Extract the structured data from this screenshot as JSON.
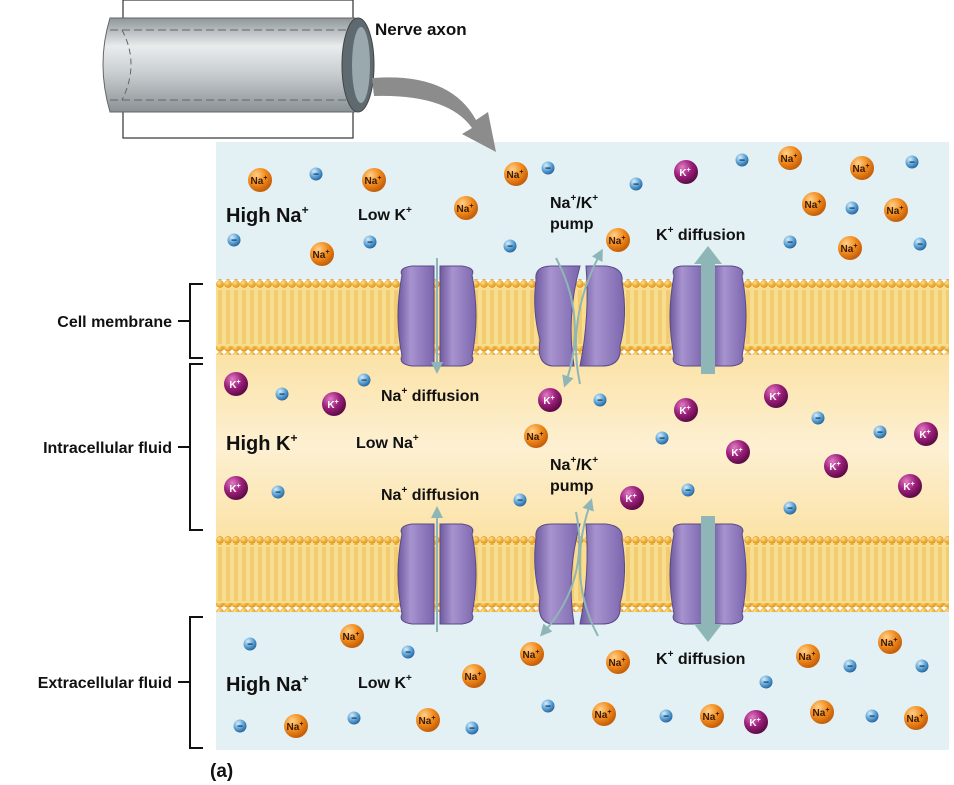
{
  "axon_label": "Nerve axon",
  "side_labels": {
    "membrane": "Cell membrane",
    "intracellular": "Intracellular fluid",
    "extracellular": "Extracellular fluid"
  },
  "top_region": {
    "high": "High Na",
    "high_sup": "+",
    "low": "Low K",
    "low_sup": "+",
    "pump_line1": "Na",
    "pump_line1_sup1": "+",
    "pump_line1_mid": "/K",
    "pump_line1_sup2": "+",
    "pump_line2": "pump",
    "k_diffusion": "K",
    "k_diffusion_sup": "+",
    "k_diffusion_rest": " diffusion"
  },
  "middle_region": {
    "high": "High K",
    "high_sup": "+",
    "low": "Low Na",
    "low_sup": "+",
    "na_diffusion_upper": "Na",
    "na_diffusion_upper_sup": "+",
    "na_diffusion_upper_rest": " diffusion",
    "na_diffusion_lower": "Na",
    "na_diffusion_lower_sup": "+",
    "na_diffusion_lower_rest": " diffusion",
    "pump_line1": "Na",
    "pump_line1_sup1": "+",
    "pump_line1_mid": "/K",
    "pump_line1_sup2": "+",
    "pump_line2": "pump"
  },
  "bottom_region": {
    "high": "High Na",
    "high_sup": "+",
    "low": "Low K",
    "low_sup": "+",
    "k_diffusion": "K",
    "k_diffusion_sup": "+",
    "k_diffusion_rest": " diffusion"
  },
  "panel_label": "(a)",
  "ion_labels": {
    "na": "Na",
    "k": "K",
    "sup": "+",
    "anion": "−"
  },
  "colors": {
    "extracellular": "#e3f1f5",
    "intracellular": "#fbe6b3",
    "lipid_head": "#f4a81a",
    "lipid_tail": "#f6cf6a",
    "protein": "#8e78bb",
    "protein_dark": "#6c579a",
    "arrow": "#8fb6b6",
    "na_ion": "#f28c1e",
    "k_ion": "#9c1f7a",
    "anion": "#3a87c2"
  }
}
